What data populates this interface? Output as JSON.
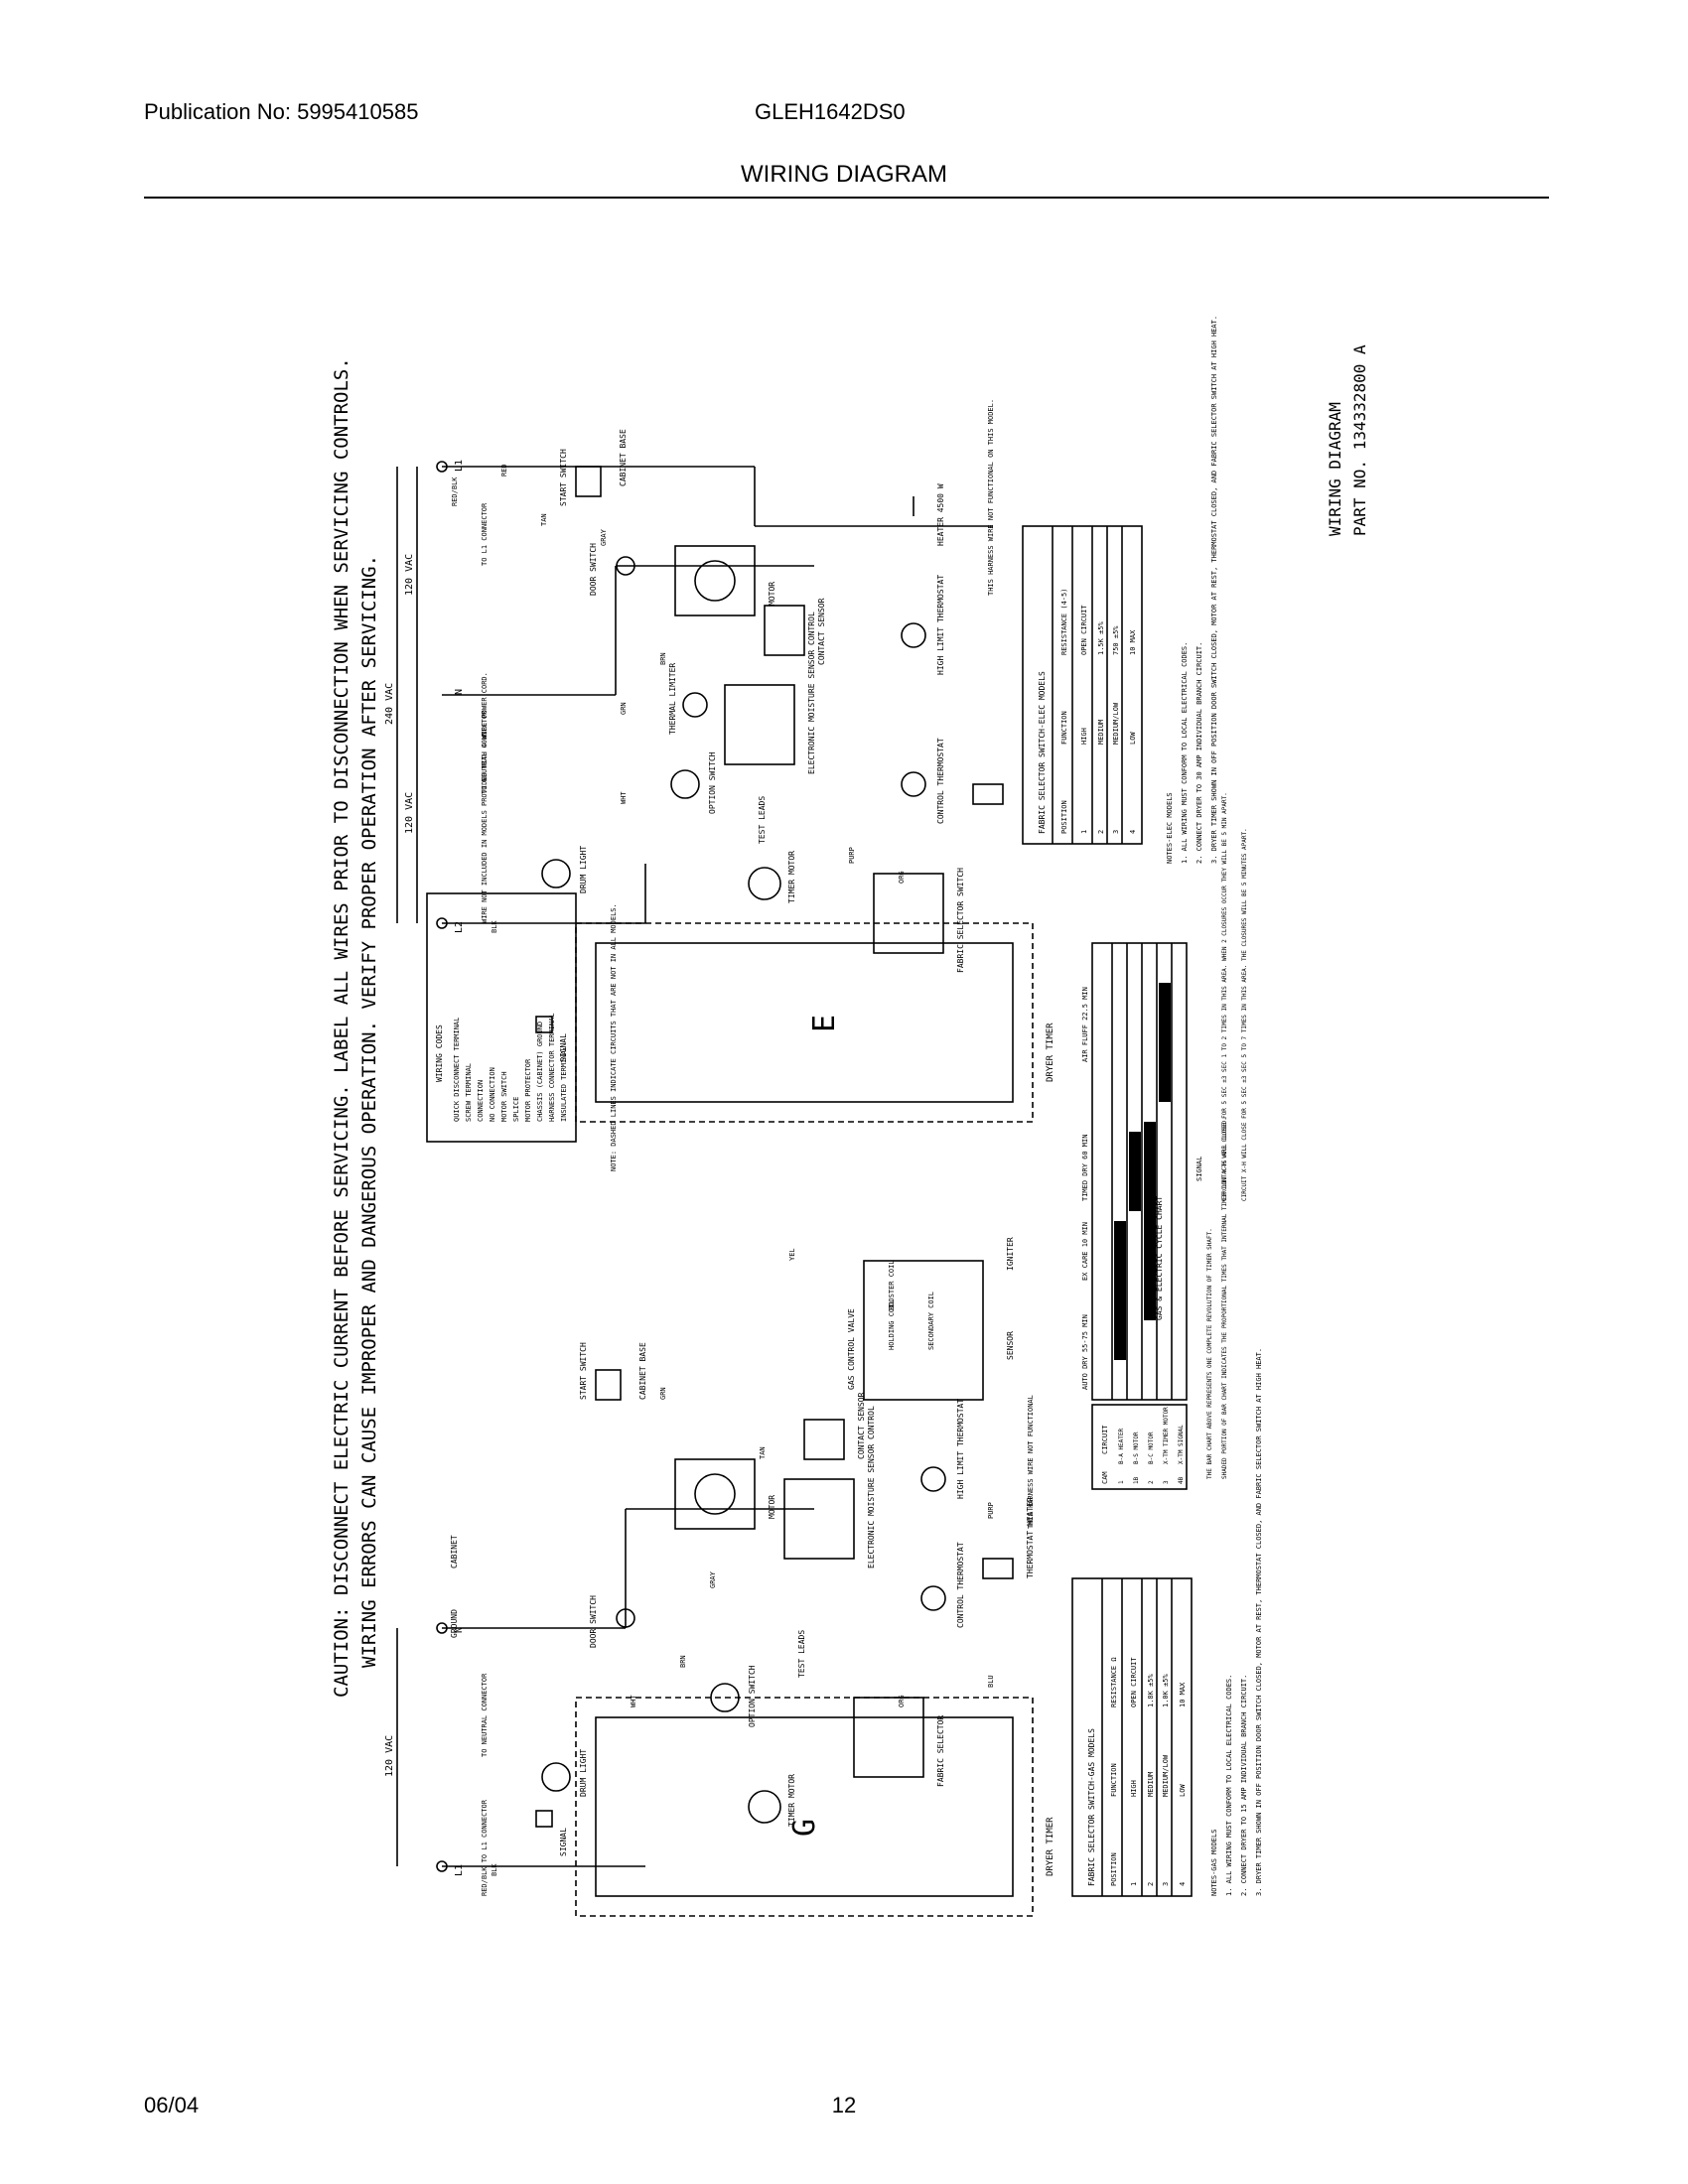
{
  "header": {
    "publication": "Publication No: 5995410585",
    "model": "GLEH1642DS0",
    "title": "WIRING DIAGRAM"
  },
  "diagram": {
    "caution_line1": "CAUTION: DISCONNECT ELECTRIC CURRENT BEFORE SERVICING. LABEL ALL WIRES PRIOR TO DISCONNECTION WHEN SERVICING CONTROLS.",
    "caution_line2": "WIRING ERRORS CAN CAUSE IMPROPER AND DANGEROUS OPERATION. VERIFY PROPER OPERATION AFTER SERVICING.",
    "part_no_line1": "WIRING DIAGRAM",
    "part_no_line2": "PART NO. 134332800 A",
    "electric": {
      "model_letter": "E",
      "voltages": [
        "240 VAC",
        "120 VAC",
        "120 VAC"
      ],
      "lines": [
        "L1",
        "N",
        "L2"
      ],
      "components": [
        "START SWITCH",
        "CABINET BASE",
        "DOOR SWITCH",
        "MOTOR",
        "THERMAL LIMITER",
        "ELECTRONIC MOISTURE SENSOR CONTROL",
        "CONTACT SENSOR",
        "HIGH LIMIT THERMOSTAT",
        "HEATER 4500 W",
        "CONTROL THERMOSTAT",
        "OPTION SWITCH",
        "DRUM LIGHT",
        "TIMER MOTOR",
        "SIGNAL",
        "DRYER TIMER",
        "FABRIC SELECTOR SWITCH",
        "TEST LEADS"
      ],
      "wire_labels": [
        "RED",
        "TAN",
        "GRAY",
        "BRN",
        "WHT",
        "BLK",
        "PURP",
        "ORG",
        "RED/BLK",
        "GRN"
      ],
      "notes": [
        "THIS HARNESS WIRE NOT FUNCTIONAL ON THIS MODEL.",
        "WIRE NOT INCLUDED IN MODELS PROVIDED WITH 4-WIRE POWER CORD.",
        "TO NEUTRAL CONNECTOR",
        "TO L1 CONNECTOR"
      ],
      "fabric_table": {
        "title": "FABRIC SELECTOR SWITCH-ELEC MODELS",
        "headers": [
          "POSITION",
          "FUNCTION",
          "RESISTANCE (4-5)"
        ],
        "rows": [
          [
            "1",
            "HIGH",
            "OPEN CIRCUIT"
          ],
          [
            "2",
            "MEDIUM",
            "1.5K ±5%"
          ],
          [
            "3",
            "MEDIUM/LOW",
            "750 ±5%"
          ],
          [
            "4",
            "LOW",
            "10 MAX"
          ]
        ]
      },
      "model_notes": [
        "NOTES-ELEC MODELS",
        "1. ALL WIRING MUST CONFORM TO LOCAL ELECTRICAL CODES.",
        "2. CONNECT DRYER TO 30 AMP INDIVIDUAL BRANCH CIRCUIT.",
        "3. DRYER TIMER SHOWN IN OFF POSITION DOOR SWITCH CLOSED, MOTOR AT REST, THERMOSTAT CLOSED, AND FABRIC SELECTOR SWITCH AT HIGH HEAT."
      ]
    },
    "gas": {
      "model_letter": "G",
      "voltages": [
        "120 VAC"
      ],
      "lines": [
        "L1",
        "N"
      ],
      "components": [
        "GROUND",
        "CABINET",
        "START SWITCH",
        "CABINET BASE",
        "DOOR SWITCH",
        "MOTOR",
        "ELECTRONIC MOISTURE SENSOR CONTROL",
        "CONTACT SENSOR",
        "HIGH LIMIT THERMOSTAT",
        "CONTROL THERMOSTAT",
        "THERMOSTAT HEATER",
        "GAS CONTROL VALVE",
        "HOLDING COIL",
        "BOOSTER COIL",
        "SECONDARY COIL",
        "IGNITER",
        "SENSOR",
        "OPTION SWITCH",
        "DRUM LIGHT",
        "TIMER MOTOR",
        "SIGNAL",
        "DRYER TIMER",
        "FABRIC SELECTOR",
        "TEST LEADS"
      ],
      "wire_labels": [
        "YEL",
        "GRAY",
        "TAN",
        "BRN",
        "WHT",
        "BLK",
        "PURP",
        "ORG",
        "BLU",
        "GRN"
      ],
      "notes": [
        "THIS HARNESS WIRE NOT FUNCTIONAL",
        "TO NEUTRAL CONNECTOR",
        "RED/BLK TO L1 CONNECTOR"
      ],
      "fabric_table": {
        "title": "FABRIC SELECTOR SWITCH-GAS MODELS",
        "headers": [
          "POSITION",
          "FUNCTION",
          "RESISTANCE Ω"
        ],
        "rows": [
          [
            "1",
            "HIGH",
            "OPEN CIRCUIT"
          ],
          [
            "2",
            "MEDIUM",
            "1.8K ±5%"
          ],
          [
            "3",
            "MEDIUM/LOW",
            "1.0K ±5%"
          ],
          [
            "4",
            "LOW",
            "10 MAX"
          ]
        ]
      },
      "model_notes": [
        "NOTES-GAS MODELS",
        "1. ALL WIRING MUST CONFORM TO LOCAL ELECTRICAL CODES.",
        "2. CONNECT DRYER TO 15 AMP INDIVIDUAL BRANCH CIRCUIT.",
        "3. DRYER TIMER SHOWN IN OFF POSITION DOOR SWITCH CLOSED, MOTOR AT REST, THERMOSTAT CLOSED, AND FABRIC SELECTOR SWITCH AT HIGH HEAT."
      ]
    },
    "wiring_codes": {
      "title": "WIRING CODES",
      "items": [
        "QUICK DISCONNECT TERMINAL",
        "SCREW TERMINAL",
        "CONNECTION",
        "NO CONNECTION",
        "MOTOR SWITCH",
        "SPLICE",
        "MOTOR PROTECTOR",
        "CHASSIS (CABINET) GROUND",
        "HARNESS CONNECTOR TERMINAL",
        "INSULATED TERMINAL"
      ],
      "note": "NOTE: DASHED LINES INDICATE CIRCUITS THAT ARE NOT IN ALL MODELS."
    },
    "cycle_chart": {
      "title": "GAS & ELECTRIC CYCLE CHART",
      "segments": [
        "AUTO DRY 55-75 MIN",
        "EX CARE 10 MIN",
        "TIMED DRY 60 MIN",
        "AIR FLUFF 22.5 MIN"
      ],
      "cam_headers": [
        "CAM",
        "CIRCUIT"
      ],
      "cam_rows": [
        [
          "1",
          "B-A HEATER"
        ],
        [
          "1B",
          "B-S MOTOR"
        ],
        [
          "2",
          "B-C MOTOR"
        ],
        [
          "3",
          "X-TM TIMER MOTOR"
        ],
        [
          "4B",
          "X-TM SIGNAL"
        ]
      ],
      "legend_signal": "SIGNAL",
      "notes": [
        "THE BAR CHART ABOVE REPRESENTS ONE COMPLETE REVOLUTION OF TIMER SHAFT.",
        "SHADED PORTION OF BAR CHART INDICATES THE PROPORTIONAL TIMES THAT INTERNAL TIMER CONTACTS ARE CLOSED."
      ],
      "signal_notes": [
        "CIRCUIT X-H WILL CLOSE FOR 5 SEC ±3 SEC 1 TO 2 TIMES IN THIS AREA. WHEN 2 CLOSURES OCCUR THEY WILL BE 5 MIN APART.",
        "CIRCUIT X-H WILL CLOSE FOR 5 SEC ±3 SEC 5 TO 7 TIMES IN THIS AREA. THE CLOSURES WILL BE 5 MINUTES APART."
      ]
    }
  },
  "footer": {
    "date": "06/04",
    "page": "12"
  }
}
